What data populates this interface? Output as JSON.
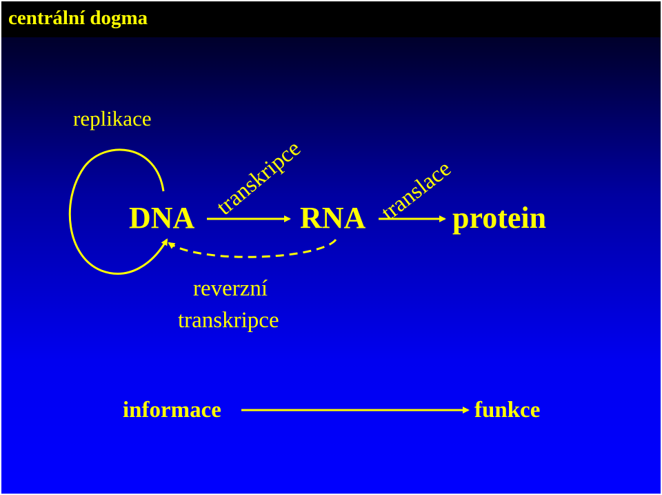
{
  "title": "centrální dogma",
  "diagram": {
    "replication_label": "replikace",
    "dna": "DNA",
    "rna": "RNA",
    "protein": "protein",
    "transcription_label": "transkripce",
    "translation_label": "translace",
    "reverse_transcription_line1": "reverzní",
    "reverse_transcription_line2": "transkripce",
    "information": "informace",
    "function": "funkce"
  },
  "colors": {
    "text": "#ffff00",
    "title_bar": "#000000",
    "background_bottom": "#0000ff"
  }
}
